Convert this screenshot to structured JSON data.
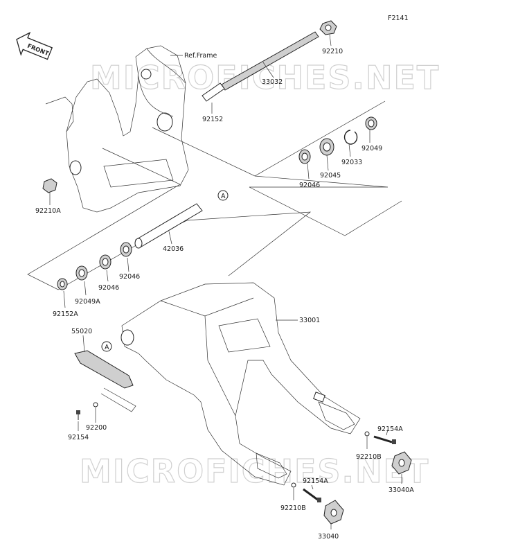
{
  "figure_code": "F2141",
  "front_label": "FRONT",
  "ref_frame": "Ref.Frame",
  "callout": "A",
  "watermark": "MICROFICHES.NET",
  "parts": {
    "p92210": "92210",
    "p33032": "33032",
    "p92152": "92152",
    "p92210A": "92210A",
    "p92049": "92049",
    "p92033": "92033",
    "p92045": "92045",
    "p92046_top": "92046",
    "p42036": "42036",
    "p92046_a": "92046",
    "p92046_b": "92046",
    "p92049A": "92049A",
    "p92152A": "92152A",
    "p33001": "33001",
    "p55020": "55020",
    "p92200": "92200",
    "p92154": "92154",
    "p92154A_r": "92154A",
    "p92210B_r": "92210B",
    "p33040A": "33040A",
    "p92154A_l": "92154A",
    "p92210B_l": "92210B",
    "p33040": "33040"
  }
}
